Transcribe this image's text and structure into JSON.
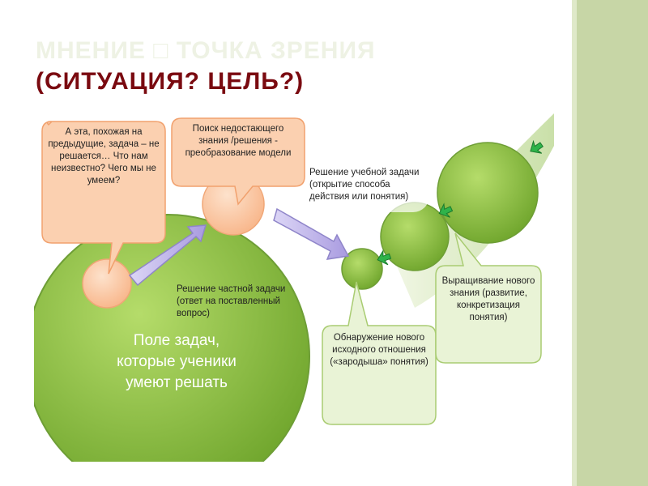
{
  "title": {
    "line1": "МНЕНИЕ □ ТОЧКА ЗРЕНИЯ",
    "line2": "(СИТУАЦИЯ? ЦЕЛЬ?)"
  },
  "callouts": {
    "unknown_question": "А эта, похожая на предыдущие, задача – не решается… Что нам неизвестно? Чего мы не умеем?",
    "search_knowledge": "Поиск недостающего знания /решения - преобразование модели",
    "detect_relation": "Обнаружение нового исходного отношения («зародыша» понятия)",
    "grow_knowledge": "Выращивание нового знания (развитие, конкретизация понятия)"
  },
  "notes": {
    "learning_task": "Решение учебной задачи (открытие способа действия или понятия)",
    "partial_task": "Решение частной задачи (ответ на поставленный вопрос)"
  },
  "big_circle_label": "Поле задач, которые ученики умеют решать",
  "colors": {
    "green": "#8cc63f",
    "green_dark": "#5d8a2a",
    "peach": "#fbc8a3",
    "peach_border": "#f09a64",
    "lavender": "#cfc6f2",
    "callout_green": "#e9f3d6",
    "title_red": "#7a0a10"
  }
}
